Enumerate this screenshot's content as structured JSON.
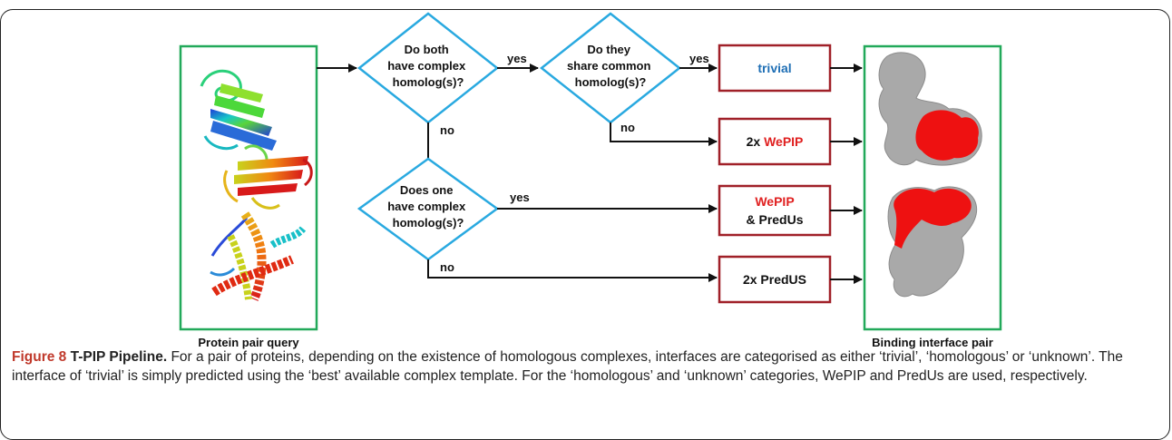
{
  "diagram": {
    "left_panel_label": "Protein pair query",
    "right_panel_label": "Binding interface pair",
    "decision_1": [
      "Do both",
      "have complex",
      "homolog(s)?"
    ],
    "decision_2": [
      "Do they",
      "share common",
      "homolog(s)?"
    ],
    "decision_3": [
      "Does one",
      "have complex",
      "homolog(s)?"
    ],
    "edges": {
      "yes": "yes",
      "no": "no"
    },
    "outcome_trivial": "trivial",
    "outcome_2x_wepip_prefix": "2x ",
    "outcome_2x_wepip_name": "WePIP",
    "outcome_mixed_top": "WePIP",
    "outcome_mixed_bottom": "& PredUs",
    "outcome_2x_predus": "2x PredUS",
    "colors": {
      "diamond_stroke": "#29a9e0",
      "panel_stroke": "#22a95a",
      "outcome_stroke": "#a02028",
      "trivial_text": "#1f6fb5",
      "wepip_text": "#e02020",
      "interface_red": "#ee1111",
      "surface_gray": "#a9a9a9"
    }
  },
  "caption": {
    "figure": "Figure 8",
    "title": "T-PIP Pipeline.",
    "text": "For a pair of proteins, depending on the existence of homologous complexes, interfaces are categorised as either ‘trivial’, ‘homologous’ or ‘unknown’. The interface of ‘trivial’ is simply predicted using the ‘best’ available complex template. For the ‘homologous’ and ‘unknown’ categories, WePIP and PredUs are used, respectively."
  }
}
